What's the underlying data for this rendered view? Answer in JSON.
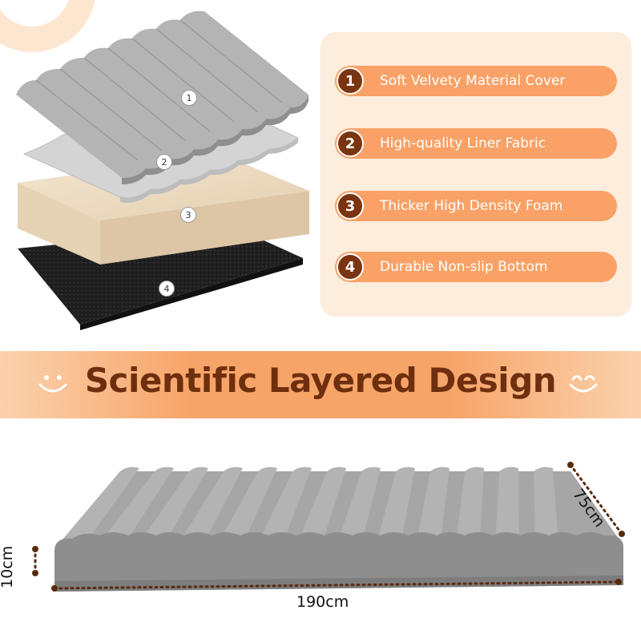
{
  "layers": {
    "markers": [
      "1",
      "2",
      "3",
      "4"
    ]
  },
  "features": [
    {
      "number": "1",
      "label": "Soft Velvety Material Cover"
    },
    {
      "number": "2",
      "label": "High-quality Liner Fabric"
    },
    {
      "number": "3",
      "label": "Thicker High Density Foam"
    },
    {
      "number": "4",
      "label": "Durable Non-slip Bottom"
    }
  ],
  "banner": {
    "title": "Scientific Layered Design"
  },
  "dimensions": {
    "length": "190cm",
    "width": "75cm",
    "height": "10cm"
  },
  "colors": {
    "accent": "#f9a166",
    "dark_brown": "#6e2f0e",
    "panel_bg": "#fdeddc",
    "mattress_gray": "#a9a9a9"
  }
}
